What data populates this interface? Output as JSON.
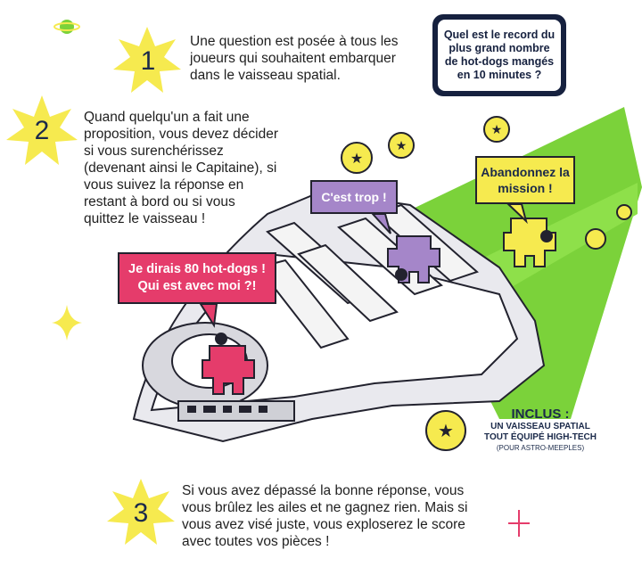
{
  "steps": [
    {
      "number": "1",
      "text": "Une question est posée à tous les joueurs qui souhaitent embarquer dans le vaisseau spatial."
    },
    {
      "number": "2",
      "text": "Quand quelqu'un a fait une proposition, vous devez décider si vous surenchérissez (devenant ainsi le Capitaine), si vous suivez la réponse en restant à bord ou si vous quittez le vaisseau !"
    },
    {
      "number": "3",
      "text": "Si vous avez dépassé la bonne réponse, vous vous brûlez les ailes et ne gagnez rien. Mais si vous avez visé juste, vous exploserez le score avec toutes vos pièces !"
    }
  ],
  "question_card": "Quel est le record du plus grand nombre de hot-dogs mangés en 10 minutes ?",
  "bubbles": {
    "captain": "Je dirais 80 hot-dogs ! Qui est avec moi ?!",
    "too_much": "C'est trop !",
    "abandon": "Abandonnez la mission !"
  },
  "included": {
    "title": "INCLUS :",
    "subtitle": "UN VAISSEAU SPATIAL TOUT ÉQUIPÉ HIGH-TECH",
    "note": "(POUR ASTRO-MEEPLES)"
  },
  "colors": {
    "star_yellow": "#f6ea4f",
    "navy": "#16213f",
    "pink": "#e53c6b",
    "purple": "#a586c9",
    "green_trail": "#7bd23a"
  }
}
